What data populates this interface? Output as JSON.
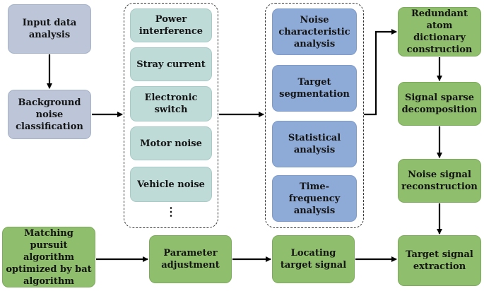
{
  "nodes": {
    "input_data_analysis": "Input data analysis",
    "background_noise_classification": "Background noise classification",
    "power_interference": "Power interference",
    "stray_current": "Stray current",
    "electronic_switch": "Electronic switch",
    "motor_noise": "Motor noise",
    "vehicle_noise": "Vehicle noise",
    "ellipsis": "⋮",
    "noise_characteristic_analysis": "Noise characteristic analysis",
    "target_segmentation": "Target segmentation",
    "statistical_analysis": "Statistical analysis",
    "time_frequency_analysis": "Time-frequency analysis",
    "redundant_atom_dictionary_construction": "Redundant atom dictionary construction",
    "signal_sparse_decomposition": "Signal sparse decomposition",
    "noise_signal_reconstruction": "Noise signal reconstruction",
    "matching_pursuit_algorithm": "Matching pursuit algorithm optimized by bat algorithm",
    "parameter_adjustment": "Parameter adjustment",
    "locating_target_signal": "Locating target signal",
    "target_signal_extraction": "Target signal extraction"
  },
  "colors": {
    "grey_fill": "#bcc6d8",
    "teal_fill": "#bedbd8",
    "blue_fill": "#8eaad6",
    "green_fill": "#8fbf6d",
    "arrow": "#000000"
  }
}
